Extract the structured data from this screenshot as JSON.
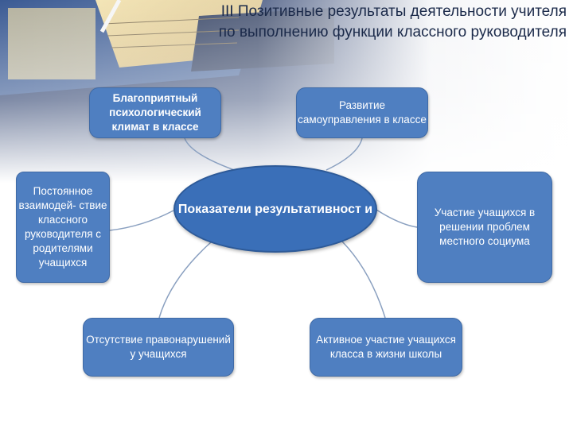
{
  "slide": {
    "title": "III Позитивные результаты деятельности учителя по выполнению функции классного руководителя",
    "center": "Показатели результативност и",
    "boxes": {
      "climate": "Благоприятный психологический климат в классе",
      "self_government": "Развитие самоуправления в классе",
      "parents": "Постоянное взаимодей- ствие классного руководителя с родителями учащихся",
      "community": "Участие учащихся в решении проблем местного социума",
      "no_offenses": "Отсутствие правонарушений у учащихся",
      "school_life": "Активное участие учащихся класса в жизни школы"
    }
  },
  "colors": {
    "box_fill": "#4f7fc1",
    "center_fill": "#3a6fb8",
    "connector": "#8aa0c0",
    "title_text": "#1b2a4a"
  }
}
